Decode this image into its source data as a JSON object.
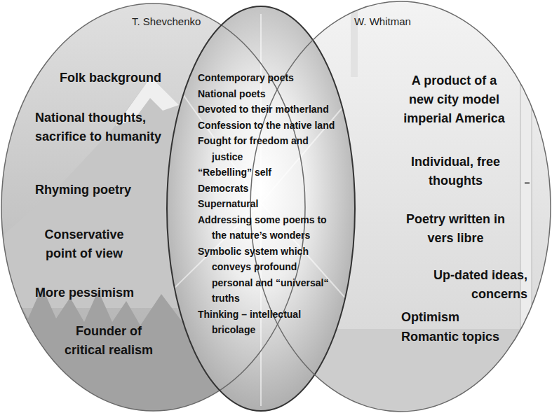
{
  "diagram": {
    "nodes": [
      {
        "text": [
          "T. Shevchenko",
          "Folk background",
          "National thoughts, sacrifice to humanity",
          "Rhyming poetry",
          "Conservative point of view",
          "More pessimism",
          "Founder of critical realism"
        ]
      },
      {
        "text": [
          "Contemporary poets",
          "National poets",
          "Devoted to their motherland",
          "Confession to the native land",
          "Fought for freedom and justice",
          "“Rebelling” self",
          "Democrats",
          "Supernatural",
          "Addressing some poems to the nature’s wonders",
          "Symbolic system which conveys profound personal and “universal“ truths",
          "Thinking – intellectual bricolage"
        ]
      },
      {
        "text": [
          "W. Whitman",
          "A product of a new city model imperial America",
          "Individual, free thoughts",
          "Poetry written in vers libre",
          "Up-dated ideas, concerns",
          "Optimism",
          "Romantic topics"
        ]
      }
    ]
  }
}
